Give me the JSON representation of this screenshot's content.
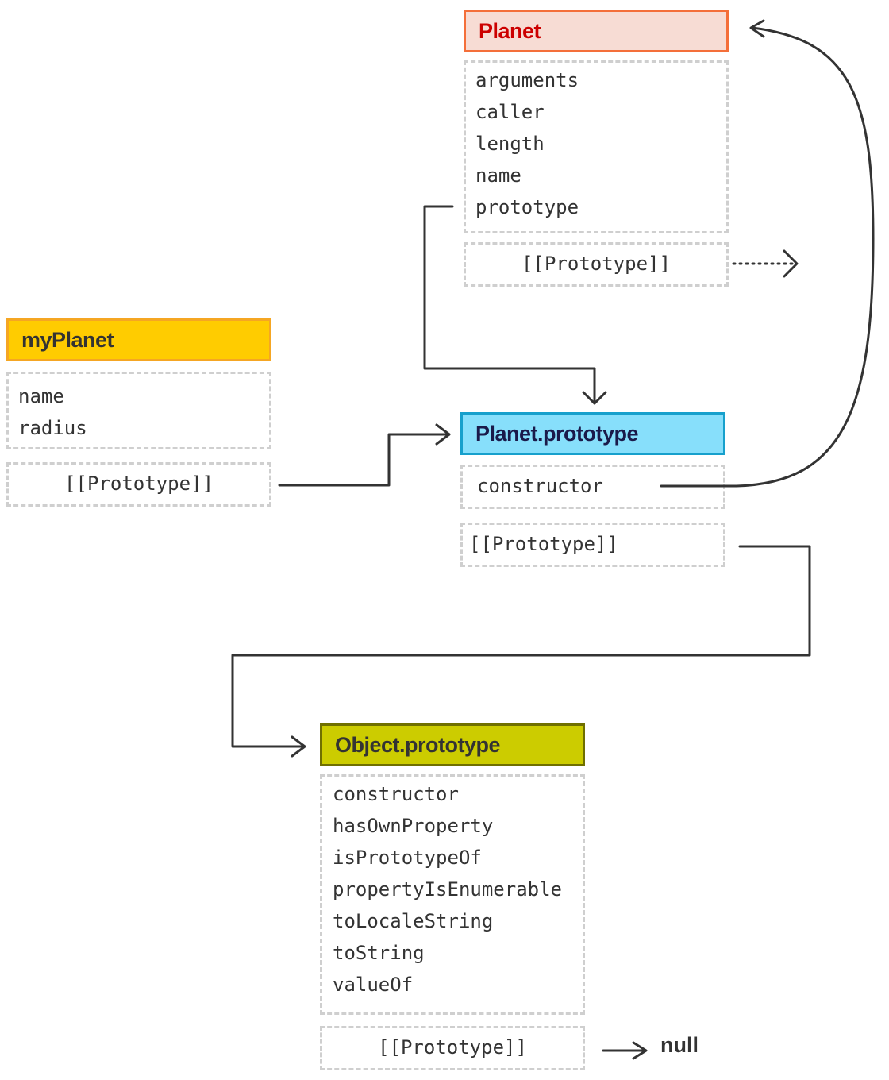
{
  "colors": {
    "planet_fill": "#f7dcd4",
    "planet_border": "#f46f3a",
    "planet_text": "#cc0000",
    "myplanet_fill": "#ffcc00",
    "myplanet_border": "#f5a623",
    "myplanet_text": "#333333",
    "planet_prototype_fill": "#87dffb",
    "planet_prototype_border": "#17a0cc",
    "planet_prototype_text": "#1a1a4a",
    "object_prototype_fill": "#cccc00",
    "object_prototype_border": "#6f6f00",
    "object_prototype_text": "#333333",
    "arrow": "#333333",
    "dashed_border": "#cfcfcf"
  },
  "planet": {
    "title": "Planet",
    "properties": [
      "arguments",
      "caller",
      "length",
      "name",
      "prototype"
    ],
    "prototype_label": "[[Prototype]]"
  },
  "my_planet": {
    "title": "myPlanet",
    "properties": [
      "name",
      "radius"
    ],
    "prototype_label": "[[Prototype]]"
  },
  "planet_prototype": {
    "title": "Planet.prototype",
    "properties": [
      "constructor"
    ],
    "prototype_label": "[[Prototype]]"
  },
  "object_prototype": {
    "title": "Object.prototype",
    "properties": [
      "constructor",
      "hasOwnProperty",
      "isPrototypeOf",
      "propertyIsEnumerable",
      "toLocaleString",
      "toString",
      "valueOf"
    ],
    "prototype_label": "[[Prototype]]"
  },
  "null_label": "null",
  "icons": [
    "arrow-icon",
    "dotted-arrow-icon"
  ]
}
